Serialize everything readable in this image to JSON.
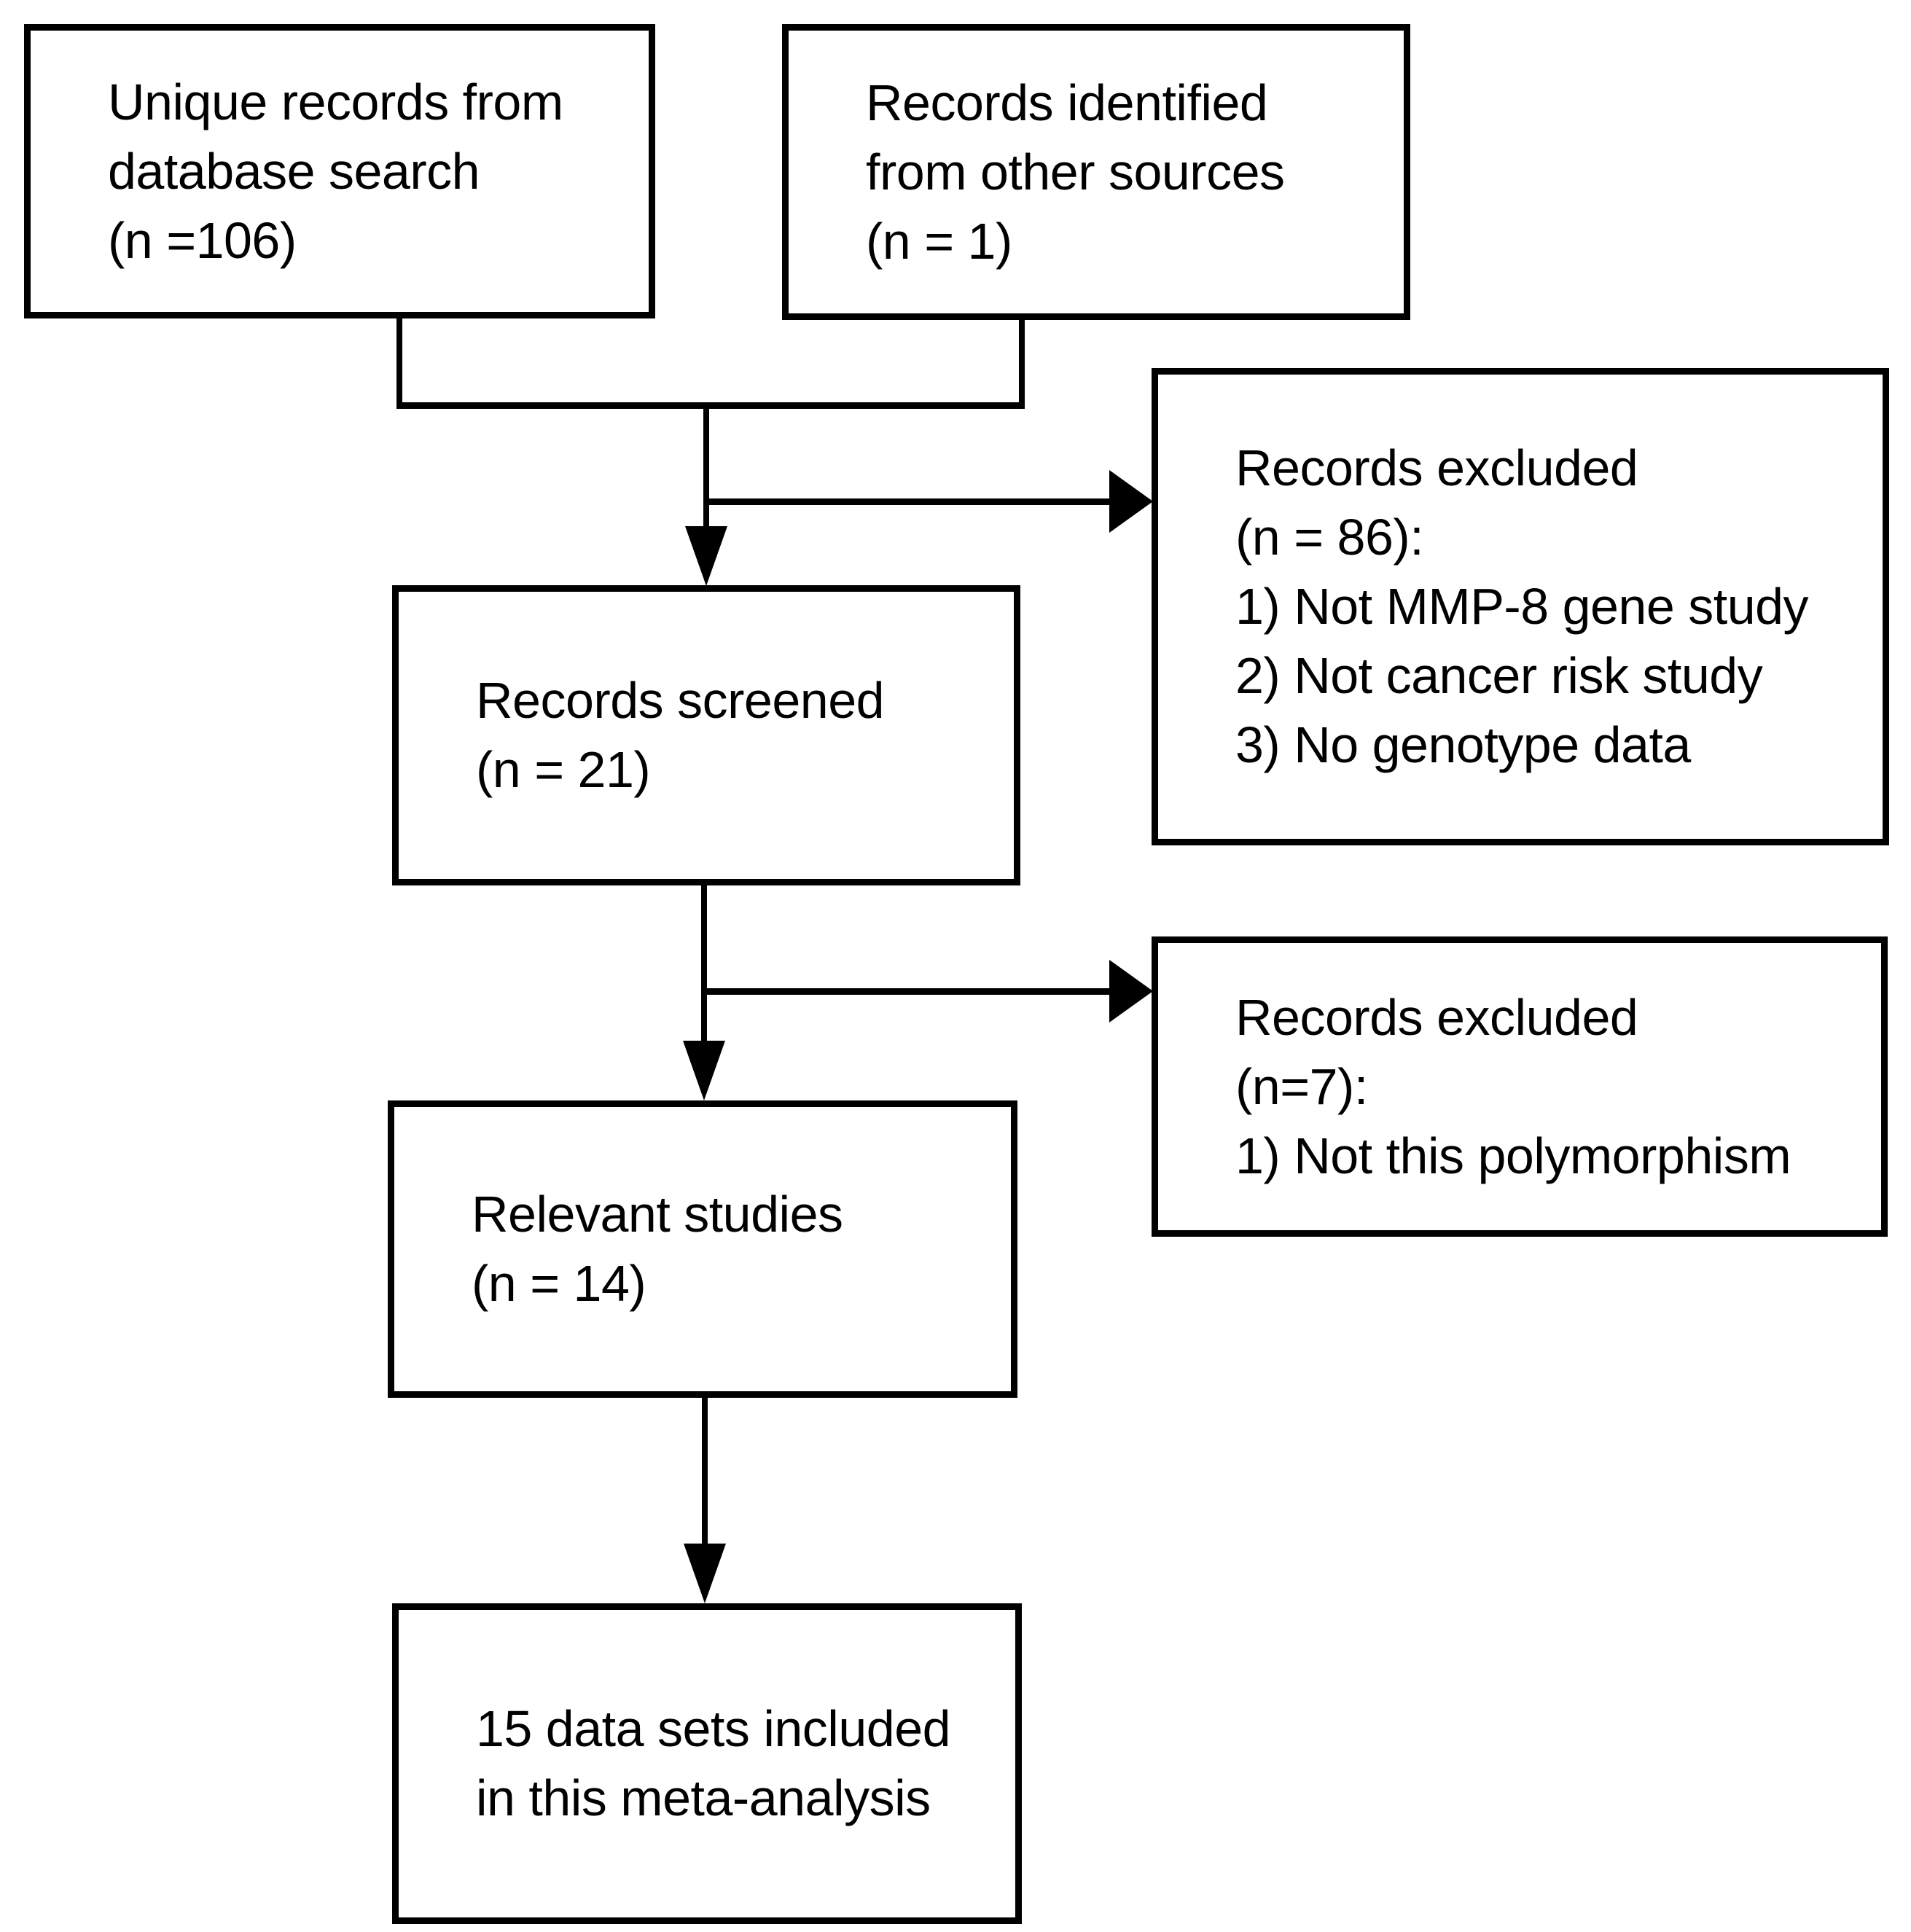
{
  "figure": {
    "type": "prisma-flow-diagram",
    "background_color": "#ffffff",
    "stroke_color": "#000000"
  },
  "boxes": [
    {
      "id": "unique-records",
      "lines": [
        "Unique records from",
        "database search",
        "(n =106)"
      ]
    },
    {
      "id": "other-sources",
      "lines": [
        "Records identified",
        "from other sources",
        "(n = 1)"
      ]
    },
    {
      "id": "excluded-screening",
      "lines": [
        "Records excluded",
        "(n = 86):",
        "1) Not MMP-8 gene study",
        "2) Not cancer risk study",
        "3) No genotype data"
      ]
    },
    {
      "id": "records-screened",
      "lines": [
        "Records screened",
        "(n = 21)"
      ]
    },
    {
      "id": "excluded-relevance",
      "lines": [
        "Records excluded",
        "(n=7):",
        "1) Not this polymorphism"
      ]
    },
    {
      "id": "relevant-studies",
      "lines": [
        "Relevant studies",
        "(n = 14)"
      ]
    },
    {
      "id": "included",
      "lines": [
        "15 data sets included",
        "in this meta-analysis"
      ]
    }
  ]
}
